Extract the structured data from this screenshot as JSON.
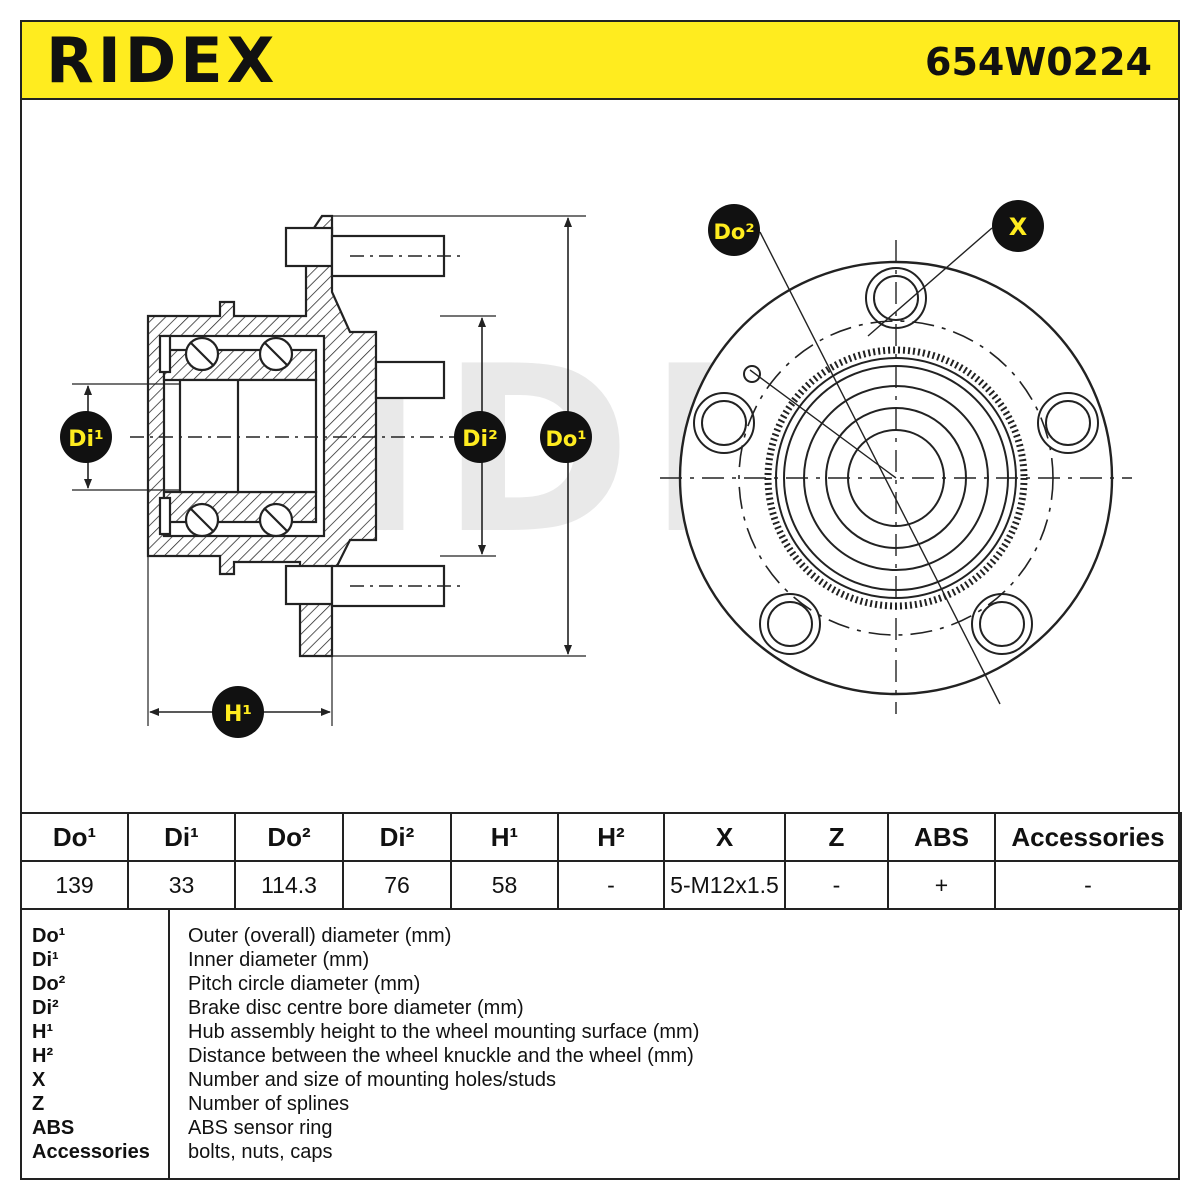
{
  "header": {
    "brand": "RIDEX",
    "part_number": "654W0224",
    "brand_color": "#ffec1f"
  },
  "labels": {
    "di1": "Di¹",
    "di2": "Di²",
    "do1": "Do¹",
    "h1": "H¹",
    "do2": "Do²",
    "x": "X"
  },
  "specs": {
    "columns": [
      "Do¹",
      "Di¹",
      "Do²",
      "Di²",
      "H¹",
      "H²",
      "X",
      "Z",
      "ABS",
      "Accessories"
    ],
    "values": [
      "139",
      "33",
      "114.3",
      "76",
      "58",
      "-",
      "5-M12x1.5",
      "-",
      "+",
      "-"
    ]
  },
  "legend": [
    {
      "key": "Do¹",
      "desc": "Outer (overall) diameter (mm)"
    },
    {
      "key": "Di¹",
      "desc": "Inner diameter (mm)"
    },
    {
      "key": "Do²",
      "desc": "Pitch circle diameter (mm)"
    },
    {
      "key": "Di²",
      "desc": "Brake disc centre bore diameter (mm)"
    },
    {
      "key": "H¹",
      "desc": "Hub assembly height to the wheel mounting surface (mm)"
    },
    {
      "key": "H²",
      "desc": "Distance between the wheel knuckle and the wheel (mm)"
    },
    {
      "key": "X",
      "desc": "Number and size of mounting holes/studs"
    },
    {
      "key": "Z",
      "desc": "Number of splines"
    },
    {
      "key": "ABS",
      "desc": "ABS sensor ring"
    },
    {
      "key": "Accessories",
      "desc": "bolts, nuts, caps"
    }
  ]
}
